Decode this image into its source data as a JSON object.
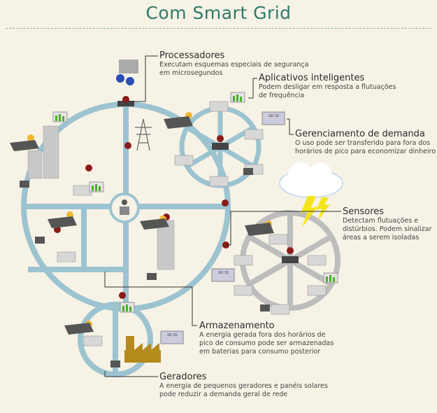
{
  "title": "Com Smart Grid",
  "meter_time": "18:32",
  "labels": {
    "processadores": {
      "title": "Processadores",
      "desc": [
        "Executam esquemas especiais de segurança",
        "em microsegundos"
      ]
    },
    "aplicativos": {
      "title": "Aplicativos inteligentes",
      "desc": [
        "Podem desligar em resposta a flutuações",
        "de frequência"
      ]
    },
    "gerenciamento": {
      "title": "Gerenciamento de demanda",
      "desc": [
        "O uso pode ser transferido para fora dos",
        "horários de pico para economizar dinheiro"
      ]
    },
    "sensores": {
      "title": "Sensores",
      "desc": [
        "Detectam flutuações e",
        "distúrbios. Podem sinalizar",
        "áreas a serem isoladas"
      ]
    },
    "armazenamento": {
      "title": "Armazenamento",
      "desc": [
        "A energia gerada fora dos horários de",
        "pico de consumo pode ser armazenadas",
        "em baterias para consumo posterior"
      ]
    },
    "geradores": {
      "title": "Geradores",
      "desc": [
        "A energia de pequenos geradores e panéis solares",
        "pode reduzir a demanda geral de rede"
      ]
    }
  },
  "colors": {
    "title": "#2e7a6a",
    "grid_line": "#9cc3d0",
    "sub_grid": "#bdbdbd",
    "sensor": "#8b1a1a"
  }
}
